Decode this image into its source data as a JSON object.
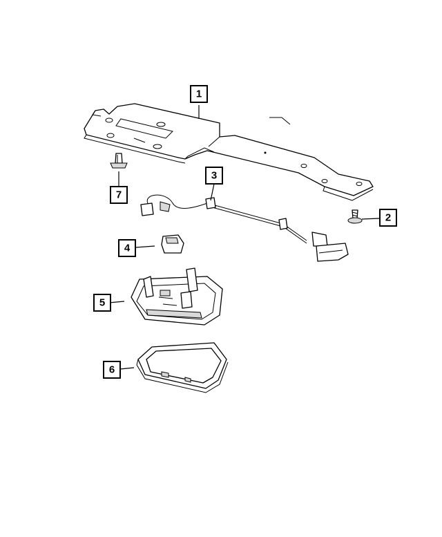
{
  "diagram": {
    "callouts": [
      {
        "id": "1",
        "label": "1"
      },
      {
        "id": "2",
        "label": "2"
      },
      {
        "id": "3",
        "label": "3"
      },
      {
        "id": "4",
        "label": "4"
      },
      {
        "id": "5",
        "label": "5"
      },
      {
        "id": "6",
        "label": "6"
      },
      {
        "id": "7",
        "label": "7"
      }
    ],
    "colors": {
      "line": "#000000",
      "background": "#ffffff",
      "shade": "#d9d9d9"
    }
  }
}
